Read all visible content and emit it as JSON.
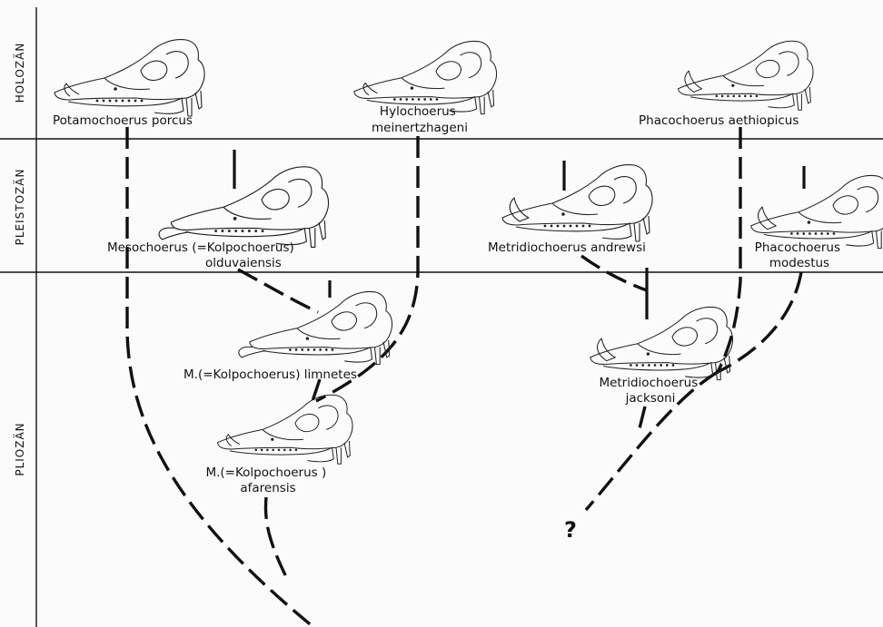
{
  "periods": [
    {
      "id": "holozan",
      "label": "HOLOZÄN"
    },
    {
      "id": "pleistozan",
      "label": "PLEISTOZÄN"
    },
    {
      "id": "pliozan",
      "label": "PLIOZÄN"
    }
  ],
  "taxa": {
    "potamochoerus": {
      "lines": [
        "Potamochoerus porcus"
      ]
    },
    "hylochoerus": {
      "lines": [
        "Hylochoerus",
        "meinertzhageni"
      ]
    },
    "phacochoerus_aeth": {
      "lines": [
        "Phacochoerus aethiopicus"
      ]
    },
    "mesochoerus": {
      "lines": [
        "Mesochoerus (=Kolpochoerus)",
        "olduvaiensis"
      ]
    },
    "metridio_andrewsi": {
      "lines": [
        "Metridiochoerus andrewsi"
      ]
    },
    "phacochoerus_mod": {
      "lines": [
        "Phacochoerus",
        "modestus"
      ]
    },
    "limnetes": {
      "lines": [
        "M.(=Kolpochoerus) limnetes"
      ]
    },
    "metridio_jacksoni": {
      "lines": [
        "Metridiochoerus",
        "jacksoni"
      ]
    },
    "afarensis": {
      "lines": [
        "M.(=Kolpochoerus )",
        "afarensis"
      ]
    }
  },
  "unknown_origin_mark": "?"
}
